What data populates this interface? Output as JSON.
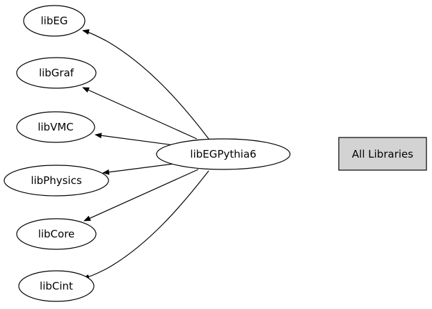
{
  "graph": {
    "source": {
      "id": "libEGPythia6",
      "label": "libEGPythia6"
    },
    "targets": [
      {
        "id": "libEG",
        "label": "libEG"
      },
      {
        "id": "libGraf",
        "label": "libGraf"
      },
      {
        "id": "libVMC",
        "label": "libVMC"
      },
      {
        "id": "libPhysics",
        "label": "libPhysics"
      },
      {
        "id": "libCore",
        "label": "libCore"
      },
      {
        "id": "libCint",
        "label": "libCint"
      }
    ],
    "edges": [
      {
        "from": "libEGPythia6",
        "to": "libEG"
      },
      {
        "from": "libEGPythia6",
        "to": "libGraf"
      },
      {
        "from": "libEGPythia6",
        "to": "libVMC"
      },
      {
        "from": "libEGPythia6",
        "to": "libPhysics"
      },
      {
        "from": "libEGPythia6",
        "to": "libCore"
      },
      {
        "from": "libEGPythia6",
        "to": "libCint"
      }
    ]
  },
  "all_libraries_button": {
    "label": "All Libraries",
    "fill": "#d3d3d3"
  },
  "colors": {
    "node_fill": "#ffffff",
    "stroke": "#000000",
    "text": "#000000"
  }
}
